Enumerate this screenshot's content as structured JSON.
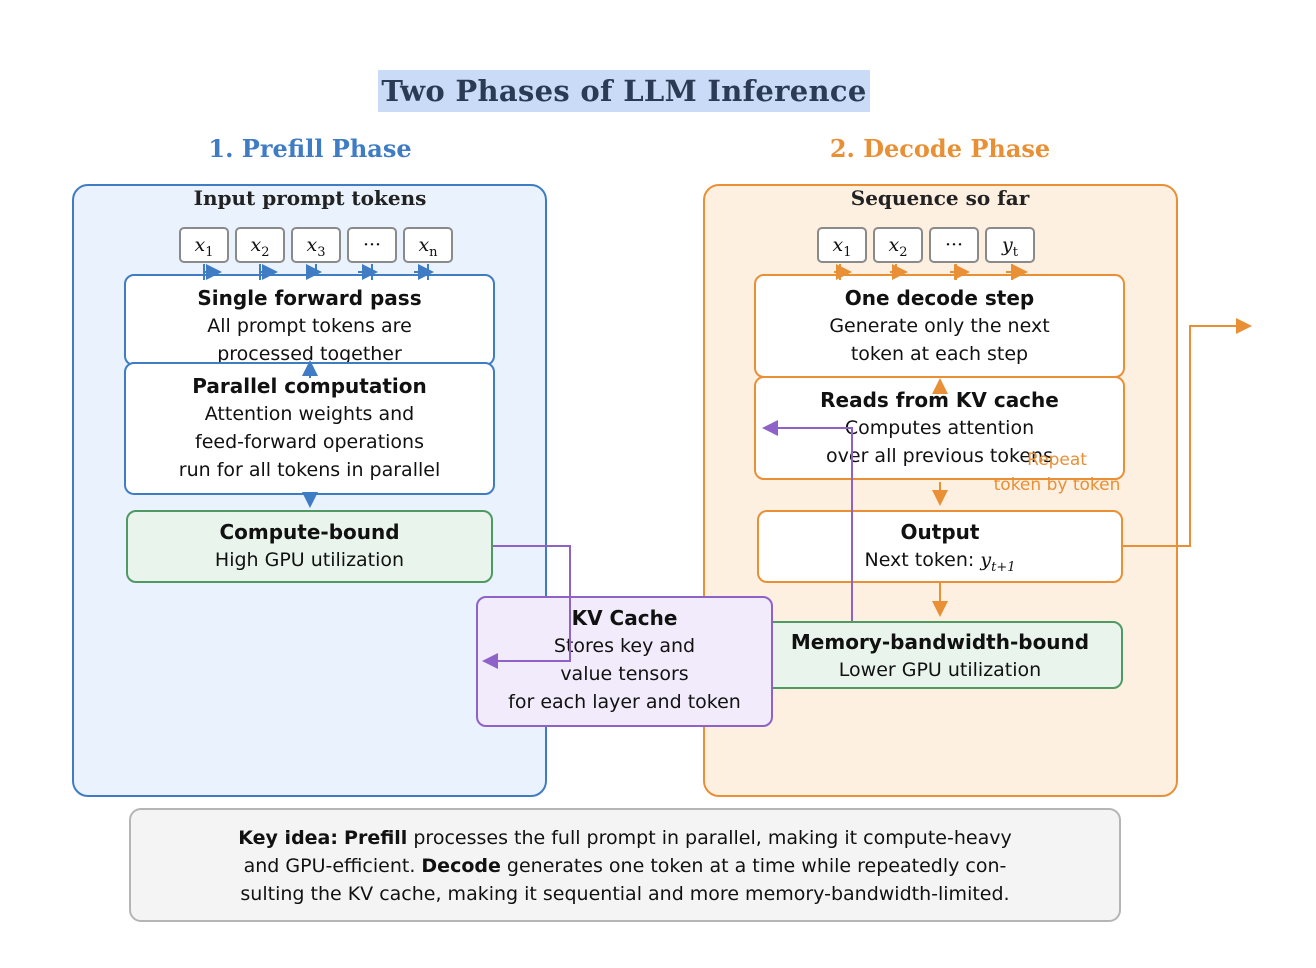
{
  "title": "Two Phases of LLM Inference",
  "prefill": {
    "title": "1. Prefill Phase",
    "header": "Input prompt tokens",
    "tokens": [
      {
        "base": "x",
        "sub": "1"
      },
      {
        "base": "x",
        "sub": "2"
      },
      {
        "base": "x",
        "sub": "3"
      },
      {
        "base": "···",
        "sub": ""
      },
      {
        "base": "x",
        "sub": "n"
      }
    ],
    "forward_pass": {
      "heading": "Single forward pass",
      "line1": "All prompt tokens are",
      "line2": "processed together"
    },
    "parallel": {
      "heading": "Parallel computation",
      "line1": "Attention weights and",
      "line2": "feed-forward operations",
      "line3": "run for all tokens in parallel"
    },
    "bound": {
      "heading": "Compute-bound",
      "line1": "High GPU utilization"
    }
  },
  "decode": {
    "title": "2. Decode Phase",
    "header": "Sequence so far",
    "tokens": [
      {
        "base": "x",
        "sub": "1"
      },
      {
        "base": "x",
        "sub": "2"
      },
      {
        "base": "···",
        "sub": ""
      },
      {
        "base": "y",
        "sub": "t"
      }
    ],
    "step": {
      "heading": "One decode step",
      "line1": "Generate only the next",
      "line2": "token at each step"
    },
    "reads": {
      "heading": "Reads from KV cache",
      "line1": "Computes attention",
      "line2": "over all previous tokens"
    },
    "output": {
      "heading": "Output",
      "line1": "Next token:",
      "token_base": "y",
      "token_sub": "t+1"
    },
    "bound": {
      "heading": "Memory-bandwidth-bound",
      "line1": "Lower GPU utilization"
    },
    "repeat": {
      "line1": "Repeat",
      "line2": "token by token"
    }
  },
  "kv_cache": {
    "heading": "KV Cache",
    "line1": "Stores key and",
    "line2": "value tensors",
    "line3": "for each layer and token"
  },
  "key_idea": {
    "label": "Key idea:",
    "prefill_word": "Prefill",
    "text1": " processes the full prompt in parallel, making it compute-heavy",
    "text2": "and GPU-efficient. ",
    "decode_word": "Decode",
    "text3": " generates one token at a time while repeatedly con-",
    "text4": "sulting the KV cache, making it sequential and more memory-bandwidth-limited."
  },
  "colors": {
    "prefill": "#3f7cc4",
    "decode": "#e98f35",
    "kv": "#8f62c7",
    "green": "#4f9a62"
  }
}
